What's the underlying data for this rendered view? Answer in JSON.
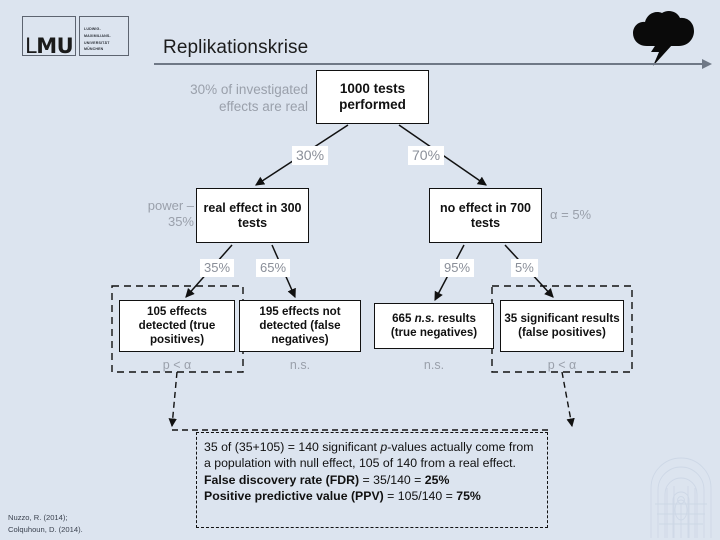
{
  "slide": {
    "title": "Replikationskrise",
    "background_color": "#dce4ef",
    "accent_rule_color": "#6f7886"
  },
  "logo": {
    "mark": "LMU",
    "mark_light_letter": "L",
    "university_lines": [
      "Ludwig-",
      "Maximilians-",
      "Universität",
      "München"
    ]
  },
  "icons": {
    "storm": "thunderstorm-cloud-icon",
    "seal": "university-seal-watermark"
  },
  "annotations": {
    "thirty_percent_real": "30% of investigated\neffects are real",
    "power": "power –\n35%",
    "alpha": "α = 5%"
  },
  "nodes": {
    "tests": "1000 tests\nperformed",
    "real_effect": "real effect in\n300 tests",
    "no_effect": "no effect in\n700 tests",
    "true_positives": "105 effects\ndetected\n(true positives)",
    "false_negatives": "195 effects not\ndetected\n(false negatives)",
    "true_negatives_pre": "665 ",
    "true_negatives_em": "n.s.",
    "true_negatives_post": " results\n(true negatives)",
    "false_positives": "35 significant\nresults\n(false positives)"
  },
  "edge_labels": {
    "tests_to_real": "30%",
    "tests_to_noeffect": "70%",
    "real_to_tp": "35%",
    "real_to_fn": "65%",
    "noeffect_to_tn": "95%",
    "noeffect_to_fp": "5%"
  },
  "leaf_notes": {
    "true_positives": "p < α",
    "false_negatives": "n.s.",
    "true_negatives": "n.s.",
    "false_positives": "p < α"
  },
  "summary": {
    "line1_a": "35 of (35",
    "line1_b": "+",
    "line1_c": "105) = 140 significant ",
    "line1_italic": "p",
    "line1_d": "-values actually come from a population with null effect, 105 of 140 from a real effect.",
    "fdr_label": "False discovery rate (FDR)",
    "fdr_mid": " = 35/140 = ",
    "fdr_value": "25%",
    "ppv_label": "Positive predictive value (PPV)",
    "ppv_mid": " = 105/140 = ",
    "ppv_value": "75%"
  },
  "citation": "Nuzzo, R. (2014);\nColquhoun, D. (2014)."
}
